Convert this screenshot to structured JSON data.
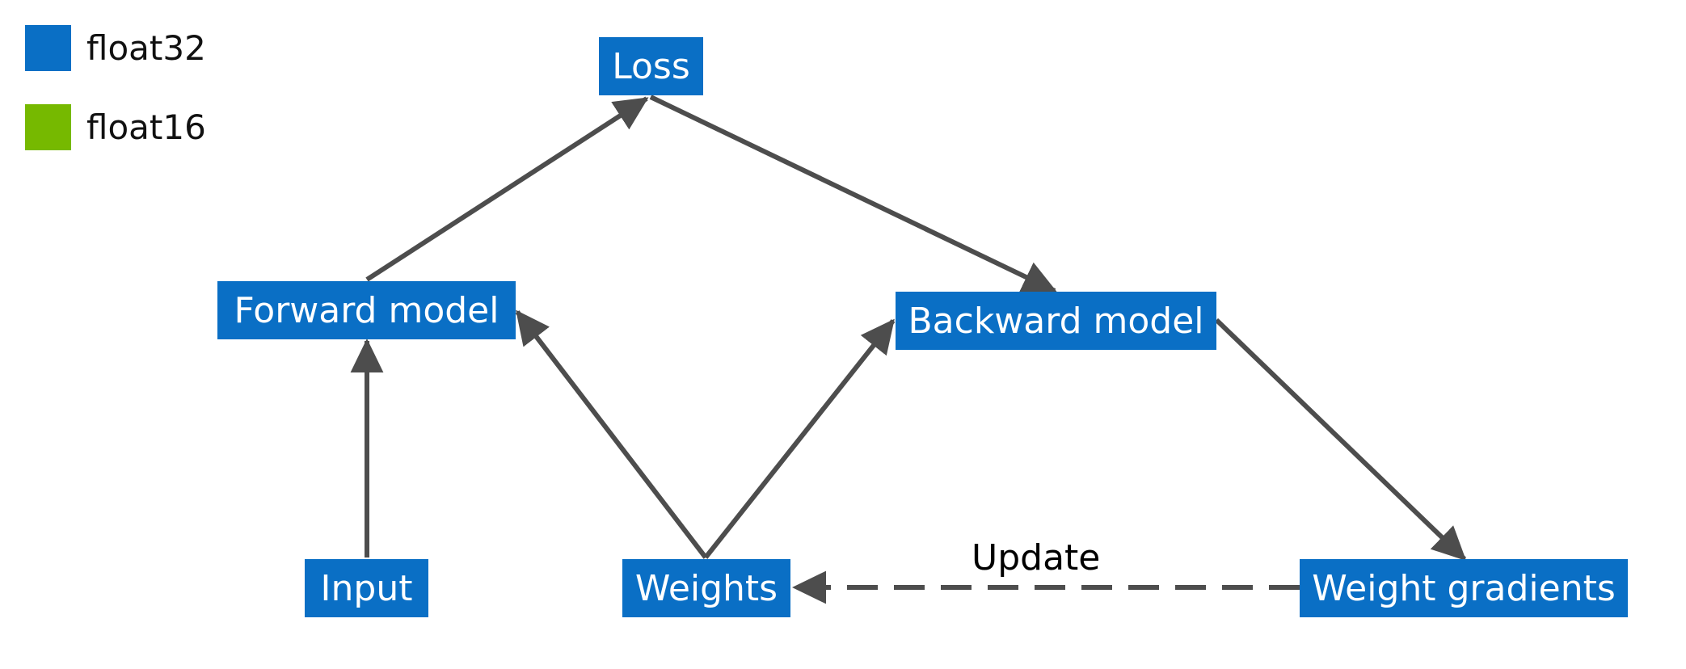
{
  "colors": {
    "float32": "#0a6fc5",
    "float16": "#76b900",
    "edge": "#4d4d4d",
    "node_text": "#ffffff"
  },
  "legend": [
    {
      "label": "float32",
      "color": "#0a6fc5"
    },
    {
      "label": "float16",
      "color": "#76b900"
    }
  ],
  "nodes": {
    "loss": {
      "label": "Loss"
    },
    "forward_model": {
      "label": "Forward model"
    },
    "backward_model": {
      "label": "Backward model"
    },
    "input": {
      "label": "Input"
    },
    "weights": {
      "label": "Weights"
    },
    "weight_gradients": {
      "label": "Weight gradients"
    }
  },
  "edges": [
    {
      "from": "forward_model",
      "to": "loss",
      "style": "solid"
    },
    {
      "from": "loss",
      "to": "backward_model",
      "style": "solid"
    },
    {
      "from": "input",
      "to": "forward_model",
      "style": "solid"
    },
    {
      "from": "weights",
      "to": "forward_model",
      "style": "solid"
    },
    {
      "from": "weights",
      "to": "backward_model",
      "style": "solid"
    },
    {
      "from": "backward_model",
      "to": "weight_gradients",
      "style": "solid"
    },
    {
      "from": "weight_gradients",
      "to": "weights",
      "style": "dashed",
      "label": "Update"
    }
  ]
}
